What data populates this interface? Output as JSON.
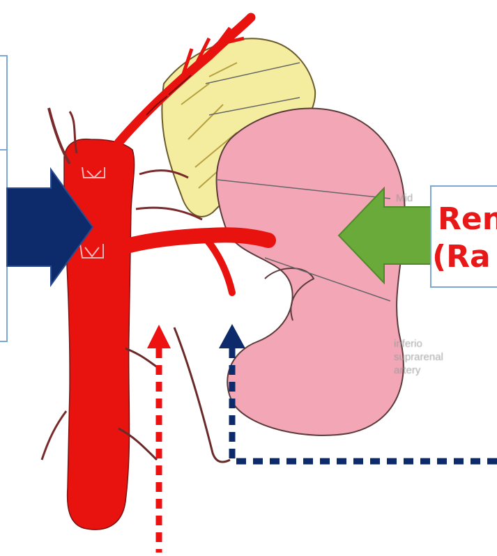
{
  "diagram": {
    "callout_right": {
      "line1": "Ren",
      "line2": "(Ra"
    },
    "faint_labels": {
      "middle": "Mid",
      "inferior_1": "inferio",
      "inferior_2": "suprarenal",
      "inferior_3": "artery"
    },
    "colors": {
      "vessel": "#e8130f",
      "kidney": "#f2a6b6",
      "adrenal": "#f4eda0",
      "navy_arrow": "#0d2a6b",
      "green_arrow": "#6aaa3a",
      "red_dotted": "#ee1111",
      "blue_dotted": "#0d2a6b",
      "callout_border": "#7aa7d8",
      "callout_text": "#e81818"
    }
  }
}
